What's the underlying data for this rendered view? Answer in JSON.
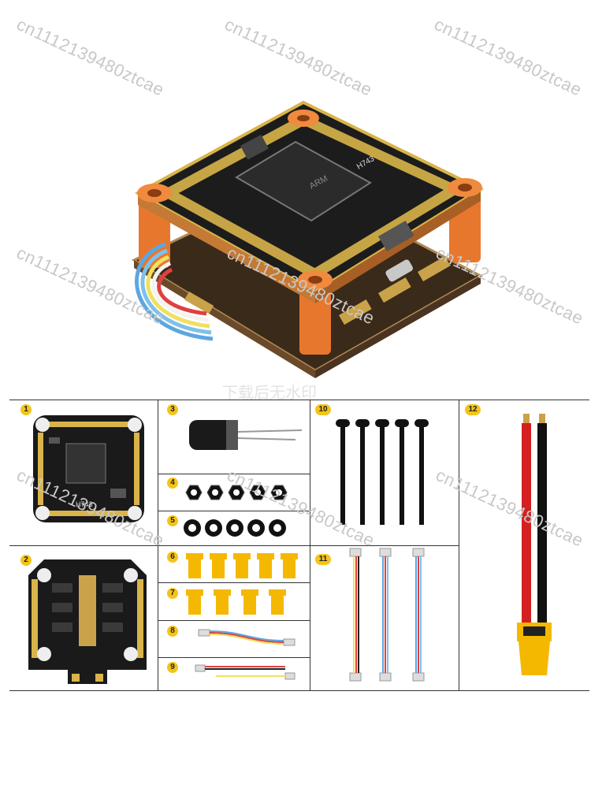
{
  "watermark_text": "cn1112139480ztcae",
  "watermark_cn": "下载后无水印",
  "hero": {
    "board_label": "H743",
    "chip_brand": "ARM"
  },
  "panels": [
    {
      "number": "1"
    },
    {
      "number": "2"
    },
    {
      "number": "3"
    },
    {
      "number": "4"
    },
    {
      "number": "5"
    },
    {
      "number": "6"
    },
    {
      "number": "7"
    },
    {
      "number": "8"
    },
    {
      "number": "9"
    },
    {
      "number": "10"
    },
    {
      "number": "11"
    },
    {
      "number": "12"
    }
  ],
  "fc_board_label": "H743",
  "colors": {
    "badge": "#f4c419",
    "pcb": "#1a1a1a",
    "gold": "#d9b44a",
    "standoff": "#e8772e",
    "connector": "#f5b800"
  }
}
